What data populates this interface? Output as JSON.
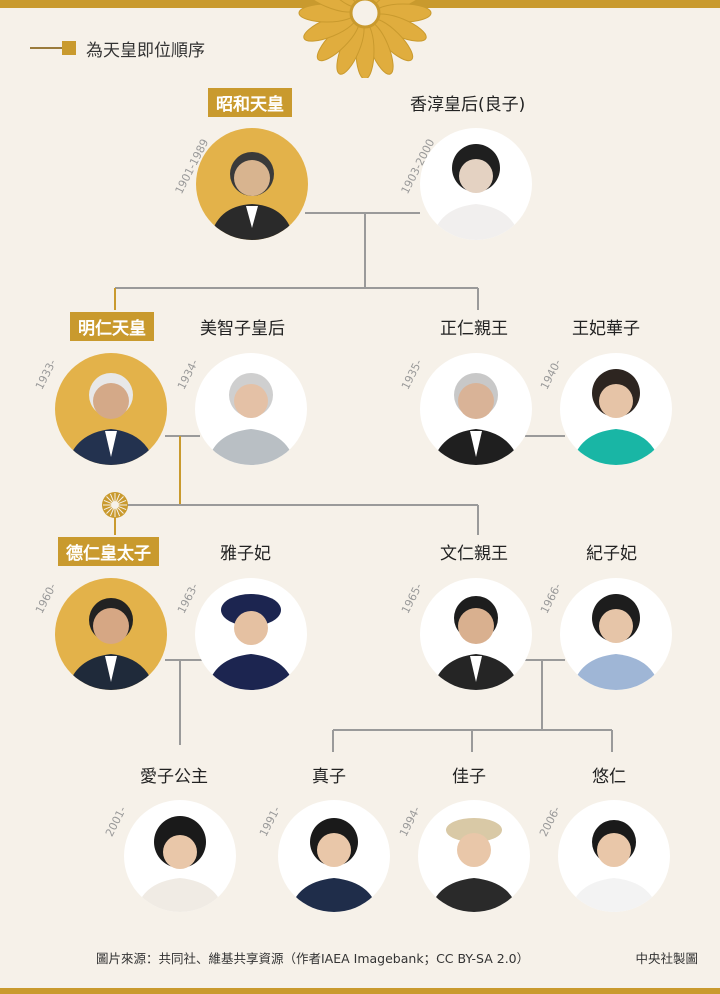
{
  "legend": {
    "label": "為天皇即位順序"
  },
  "people": {
    "showa": {
      "name": "昭和天皇",
      "years": "1901-1989"
    },
    "kojun": {
      "name": "香淳皇后(良子)",
      "years": "1903-2000"
    },
    "akihito": {
      "name": "明仁天皇",
      "years": "1933-"
    },
    "michiko": {
      "name": "美智子皇后",
      "years": "1934-"
    },
    "masahito": {
      "name": "正仁親王",
      "years": "1935-"
    },
    "hanako": {
      "name": "王妃華子",
      "years": "1940-"
    },
    "naruhito": {
      "name": "德仁皇太子",
      "years": "1960-"
    },
    "masako": {
      "name": "雅子妃",
      "years": "1963-"
    },
    "fumihito": {
      "name": "文仁親王",
      "years": "1965-"
    },
    "kiko": {
      "name": "紀子妃",
      "years": "1966-"
    },
    "aiko": {
      "name": "愛子公主",
      "years": "2001-"
    },
    "mako": {
      "name": "真子",
      "years": "1991-"
    },
    "kako": {
      "name": "佳子",
      "years": "1994-"
    },
    "hisahito": {
      "name": "悠仁",
      "years": "2006-"
    }
  },
  "footer": {
    "source": "圖片來源：共同社、維基共享資源（作者IAEA Imagebank；CC BY-SA 2.0）",
    "credit": "中央社製圖"
  },
  "colors": {
    "gold": "#c99a2e",
    "background": "#f6f1e9",
    "line": "#9a9a9a"
  }
}
